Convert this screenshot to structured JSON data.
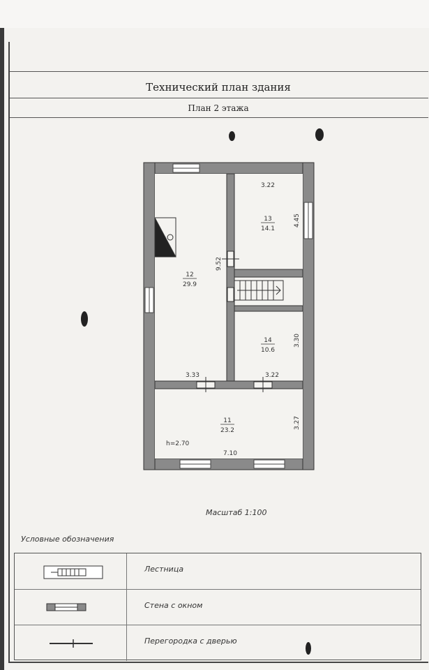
{
  "document": {
    "title": "Технический план здания",
    "subtitle": "План 2 этажа",
    "scale": "Масштаб 1:100"
  },
  "plan": {
    "rooms": [
      {
        "number": "12",
        "area": "29.9"
      },
      {
        "number": "13",
        "area": "14.1"
      },
      {
        "number": "14",
        "area": "10.6"
      },
      {
        "number": "11",
        "area": "23.2"
      }
    ],
    "dimensions": {
      "top_right_width": "3.22",
      "room13_height": "4.45",
      "left_height": "9.52",
      "room14_height": "3.30",
      "bottom_left_width": "3.33",
      "bottom_right_width": "3.22",
      "room11_height": "3.27",
      "total_width": "7.10",
      "ceiling_height": "h=2.70"
    }
  },
  "legend": {
    "title": "Условные обозначения",
    "items": [
      {
        "label": "Лестница",
        "icon": "stair-icon"
      },
      {
        "label": "Стена с окном",
        "icon": "wall-window-icon"
      },
      {
        "label": "Перегородка с дверью",
        "icon": "partition-door-icon"
      }
    ]
  }
}
